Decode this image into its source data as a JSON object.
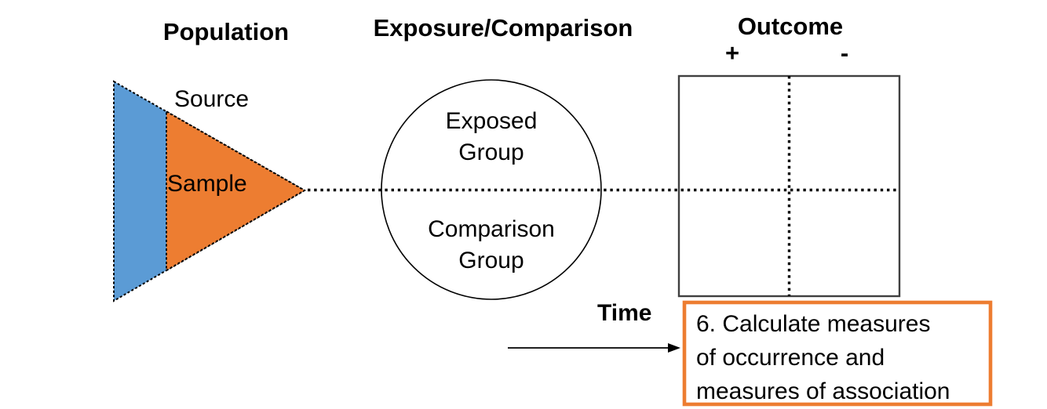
{
  "headings": {
    "population": "Population",
    "exposure_comparison": "Exposure/Comparison",
    "outcome": "Outcome"
  },
  "outcome_signs": {
    "positive": "+",
    "negative": "-"
  },
  "population": {
    "source_label": "Source",
    "sample_label": "Sample"
  },
  "exposure": {
    "exposed_group": {
      "lines": [
        "Exposed",
        "Group"
      ]
    },
    "comparison_group": {
      "lines": [
        "Comparison",
        "Group"
      ]
    }
  },
  "time_label": "Time",
  "note_box": {
    "lines": [
      "6. Calculate measures",
      "of occurrence and",
      "measures of association"
    ]
  },
  "colors": {
    "blue": "#5B9BD5",
    "orange": "#ED7D31",
    "table_border": "#404040",
    "line": "#000000"
  }
}
